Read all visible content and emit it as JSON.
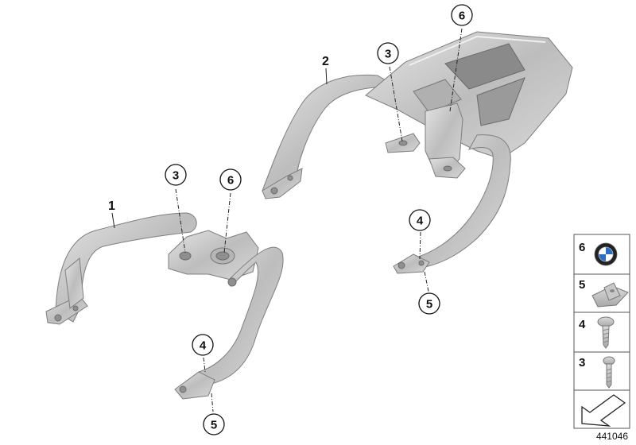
{
  "diagram": {
    "part_labels": [
      {
        "id": "part-1",
        "text": "1"
      },
      {
        "id": "part-2",
        "text": "2"
      }
    ],
    "callouts": [
      {
        "id": "callout-3-left",
        "text": "3"
      },
      {
        "id": "callout-6-left",
        "text": "6"
      },
      {
        "id": "callout-4-left",
        "text": "4"
      },
      {
        "id": "callout-5-left",
        "text": "5"
      },
      {
        "id": "callout-3-right",
        "text": "3"
      },
      {
        "id": "callout-6-right",
        "text": "6"
      },
      {
        "id": "callout-4-right",
        "text": "4"
      },
      {
        "id": "callout-5-right",
        "text": "5"
      }
    ],
    "legend": [
      {
        "number": "6",
        "icon": "bmw-emblem-icon"
      },
      {
        "number": "5",
        "icon": "clip-nut-icon"
      },
      {
        "number": "4",
        "icon": "screw-icon"
      },
      {
        "number": "3",
        "icon": "bolt-icon"
      }
    ],
    "diagram_id": "441046"
  }
}
